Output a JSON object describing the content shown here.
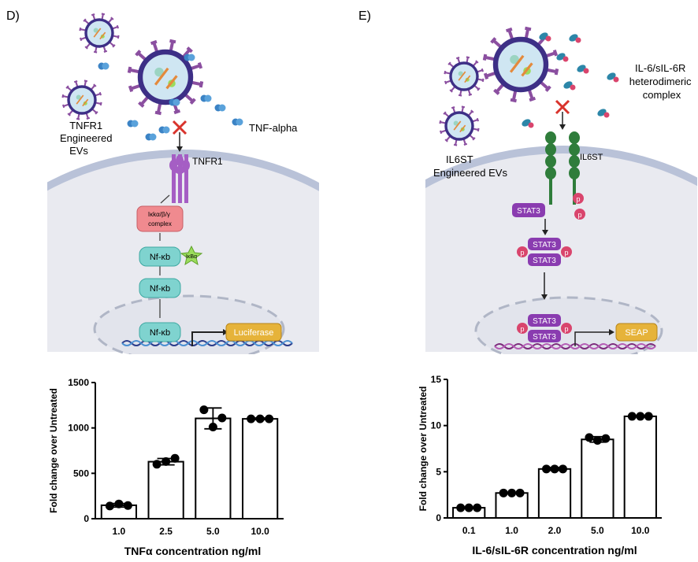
{
  "panels": {
    "left": {
      "letter": "D)",
      "ev_label": [
        "TNFR1",
        "Engineered",
        "EVs"
      ],
      "ligand_label": "TNF-alpha",
      "receptor_label": "TNFR1",
      "complex_label": [
        "Iκkα/β/γ",
        "complex"
      ],
      "nfkb_label": "Nf-κb",
      "ikba_label": "IκBα",
      "reporter_label": "Luciferase"
    },
    "right": {
      "letter": "E)",
      "ev_label": [
        "IL6ST",
        "Engineered EVs"
      ],
      "ligand_label": [
        "IL-6/sIL-6R",
        "heterodimeric",
        "complex"
      ],
      "receptor_label": "IL6ST",
      "stat_label": "STAT3",
      "p_label": "p",
      "reporter_label": "SEAP"
    }
  },
  "colors": {
    "ev_membrane": "#3d2f86",
    "ev_spike": "#8b4fa0",
    "tnf": "#3b83c5",
    "tnfr1": "#a55ec4",
    "ikk": "#f08a8f",
    "nfkb": "#7fd3cf",
    "ikba": "#9bdc5c",
    "reporter": "#e6b33a",
    "stat3": "#8a3cb0",
    "phospho": "#d9456d",
    "il6st": "#2f7d3b",
    "cell": "#e9eaf0",
    "membrane": "#b9c2d8"
  },
  "chart_data": [
    {
      "type": "bar",
      "title": "",
      "xlabel": "TNFα concentration ng/ml",
      "ylabel": "Fold change over Untreated",
      "categories": [
        "1.0",
        "2.5",
        "5.0",
        "10.0"
      ],
      "values": [
        148,
        628,
        1105,
        1100
      ],
      "errors": [
        20,
        35,
        115,
        10
      ],
      "points": [
        [
          140,
          163,
          145
        ],
        [
          600,
          630,
          665
        ],
        [
          1200,
          1010,
          1110
        ],
        [
          1100,
          1100,
          1100
        ]
      ],
      "ylim": [
        0,
        1500
      ],
      "yticks": [
        0,
        500,
        1000,
        1500
      ],
      "grid": false
    },
    {
      "type": "bar",
      "title": "",
      "xlabel": "IL-6/sIL-6R concentration ng/ml",
      "ylabel": "Fold change over Untreated",
      "categories": [
        "0.1",
        "1.0",
        "2.0",
        "5.0",
        "10.0"
      ],
      "values": [
        1.1,
        2.7,
        5.3,
        8.5,
        11.0
      ],
      "errors": [
        0.05,
        0.05,
        0.15,
        0.3,
        0.05
      ],
      "points": [
        [
          1.1,
          1.1,
          1.1
        ],
        [
          2.7,
          2.7,
          2.7
        ],
        [
          5.3,
          5.3,
          5.3
        ],
        [
          8.7,
          8.4,
          8.6
        ],
        [
          11.0,
          11.0,
          11.0
        ]
      ],
      "ylim": [
        0,
        15
      ],
      "yticks": [
        0,
        5,
        10,
        15
      ],
      "grid": false
    }
  ]
}
